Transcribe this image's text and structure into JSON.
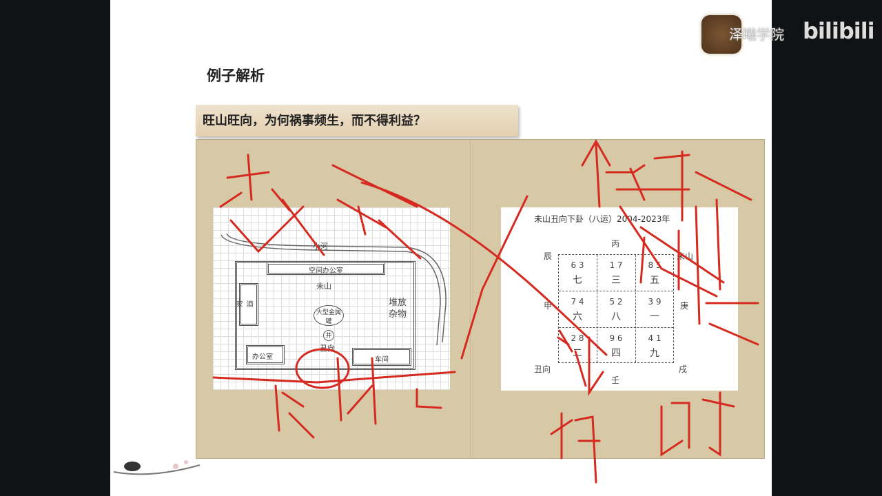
{
  "slide": {
    "title": "例子解析",
    "banner": "旺山旺向，为何祸事频生，而不得利益？"
  },
  "left_diagram": {
    "river": "小河",
    "top_room": "空间办公室",
    "mountain": "未山",
    "bar": "酒家",
    "tank": "大型金属罐",
    "well": "井",
    "facing": "丑向",
    "office": "办公室",
    "workshop": "车间",
    "storage": "堆放杂物"
  },
  "right_chart": {
    "title": "未山丑向下卦（八运）2004-2023年",
    "directions": {
      "top": "丙",
      "top_left": "辰",
      "top_right": "未山",
      "left": "甲",
      "right": "庚",
      "bottom_left": "丑向",
      "bottom_right": "戌",
      "bottom": "壬"
    },
    "cells": [
      {
        "nums": "6 3",
        "star": "七"
      },
      {
        "nums": "1 7",
        "star": "三"
      },
      {
        "nums": "8 5",
        "star": "五"
      },
      {
        "nums": "7 4",
        "star": "六"
      },
      {
        "nums": "5 2",
        "star": "八"
      },
      {
        "nums": "3 9",
        "star": "一"
      },
      {
        "nums": "2 8",
        "star": "二"
      },
      {
        "nums": "9 6",
        "star": "四"
      },
      {
        "nums": "4 1",
        "star": "九"
      }
    ]
  },
  "watermark": {
    "channel": "泽曦学院",
    "platform": "bilibili"
  },
  "colors": {
    "ink": "#d42a20",
    "banner": "#e8d8bd",
    "panel": "#d8c9a6"
  }
}
